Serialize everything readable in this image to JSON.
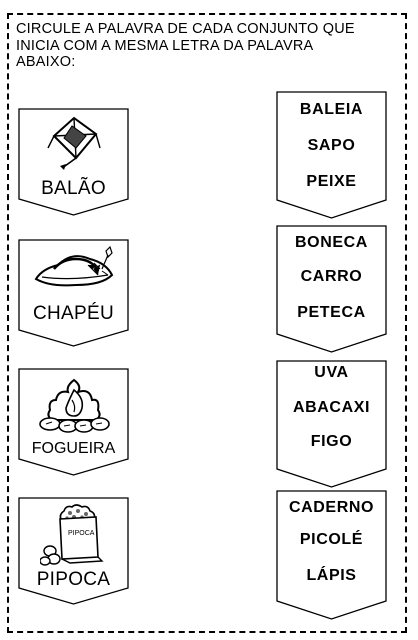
{
  "worksheet": {
    "instruction_lines": [
      "CIRCULE A PALAVRA DE CADA CONJUNTO QUE",
      "INICIA COM A MESMA LETRA DA PALAVRA",
      "ABAIXO:"
    ]
  },
  "pictures": [
    {
      "label": "BALÃO",
      "icon": "kite-balloon-icon"
    },
    {
      "label": "CHAPÉU",
      "icon": "straw-hat-icon"
    },
    {
      "label": "FOGUEIRA",
      "icon": "bonfire-icon"
    },
    {
      "label": "PIPOCA",
      "icon": "popcorn-bag-icon",
      "bag_text": "PIPOCA"
    }
  ],
  "word_sets": [
    {
      "words": [
        "BALEIA",
        "SAPO",
        "PEIXE"
      ]
    },
    {
      "words": [
        "BONECA",
        "CARRO",
        "PETECA"
      ]
    },
    {
      "words": [
        "UVA",
        "ABACAXI",
        "FIGO"
      ]
    },
    {
      "words": [
        "CADERNO",
        "PICOLÉ",
        "LÁPIS"
      ]
    }
  ]
}
